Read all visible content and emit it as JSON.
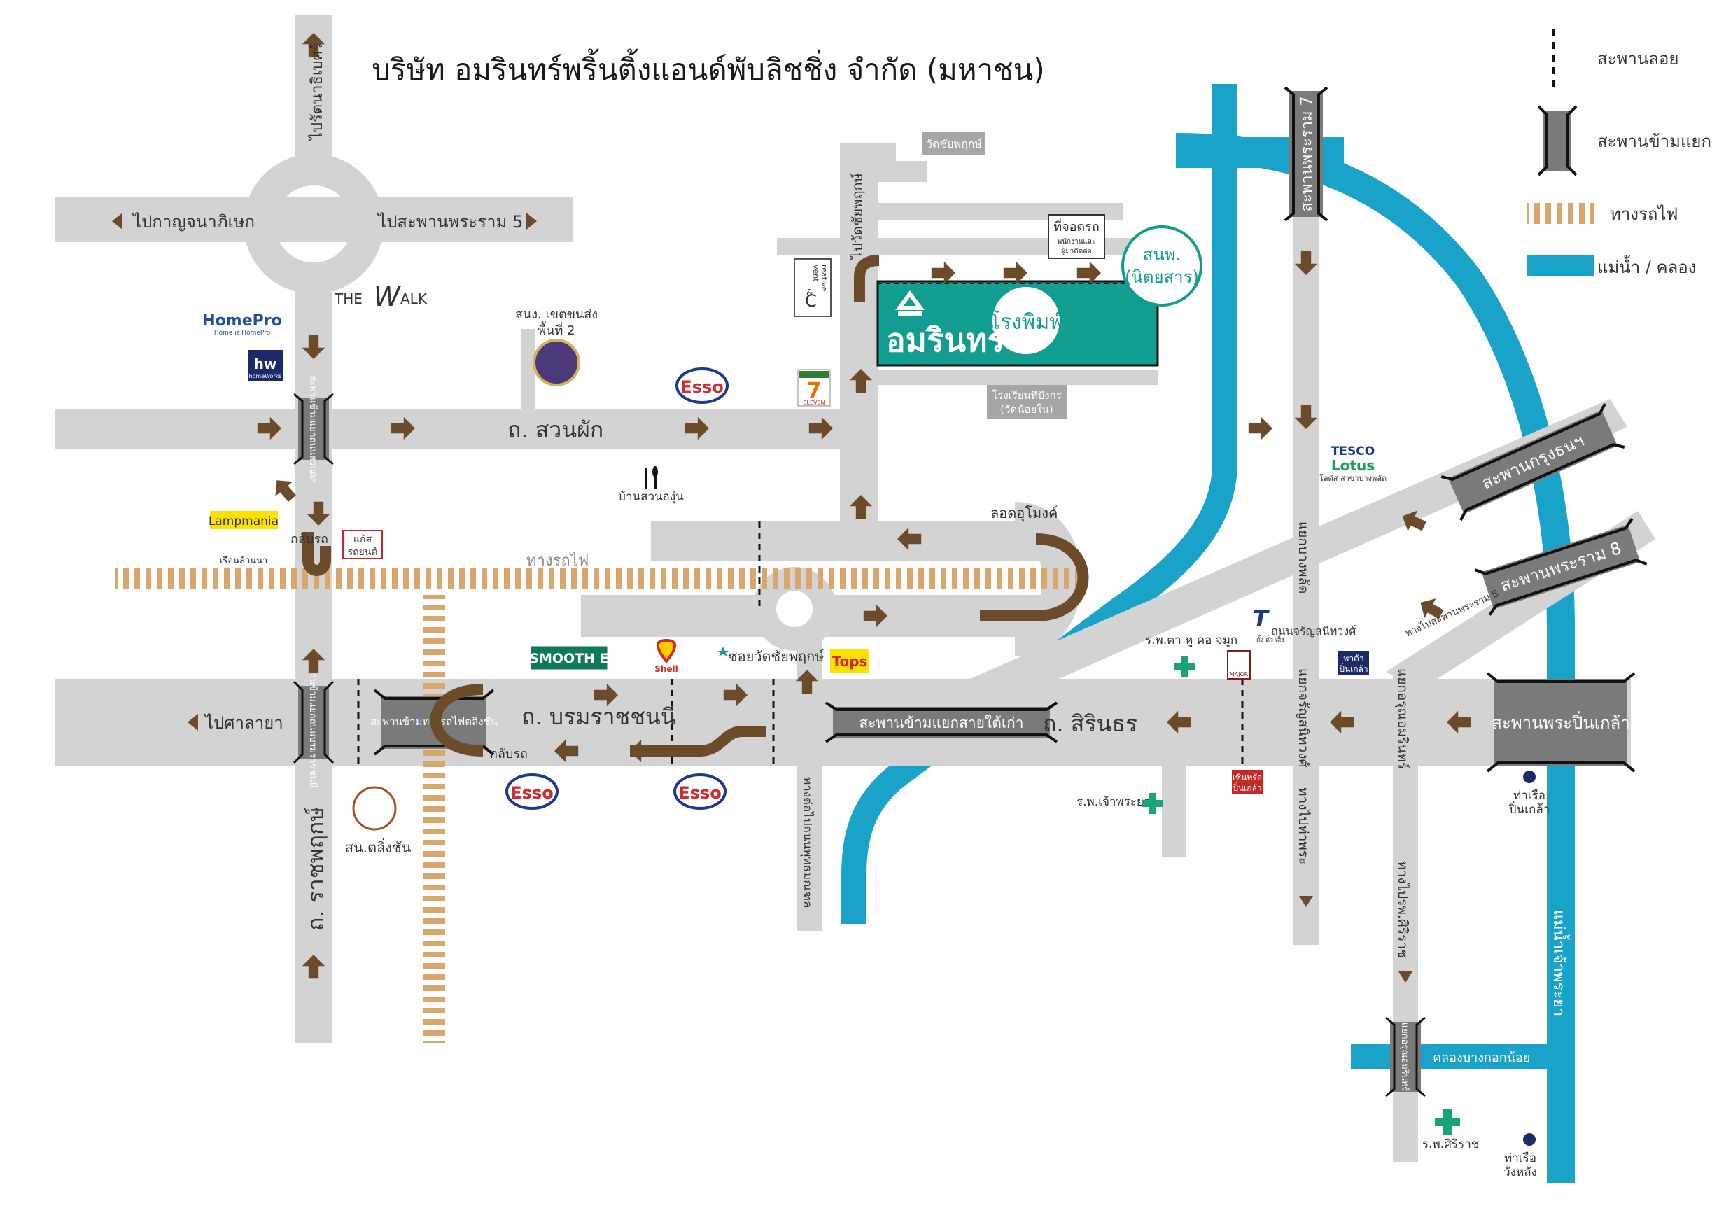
{
  "title": "บริษัท อมรินทร์พริ้นติ้งแอนด์พับลิชชิ่ง จำกัด (มหาชน)",
  "legend": {
    "floating_bridge": "สะพานลอย",
    "overpass": "สะพานข้ามแยก",
    "railway": "ทางรถไฟ",
    "river": "แม่น้ำ / คลอง"
  },
  "colors": {
    "road": "#d3d3d3",
    "river": "#1aa3c8",
    "rail": "#d9a66b",
    "arrow": "#6b4b2a",
    "bridge": "#7a7a7a",
    "teal": "#119d8f"
  },
  "roads": {
    "to_pinklao_roundabout_north": "ไปรัตนาธิเบศร์",
    "to_kanchanaphisek": "ไปกาญจนาภิเษก",
    "to_rama5_bridge": "ไปสะพานพระราม 5",
    "suan_phak": "ถ. สวนผัก",
    "borom_ratchachonnani": "ถ. บรมราชชนนี",
    "sirindhorn": "ถ. สิรินธร",
    "ratchaphruek": "ถ. ราชพฤกษ์",
    "to_salaya": "ไปศาลายา",
    "to_wat_chai": "ไปวัดชัยพฤกษ์",
    "wat_chai_box": "วัดชัยพฤกษ์",
    "soi_wat_chai": "ซอยวัดชัยพฤกษ์",
    "underpass": "ลอดอุโมงค์",
    "railway_label": "ทางรถไฟ",
    "u_turn_1": "กลับรถ",
    "u_turn_2": "กลับรถ",
    "to_phutthamonthon": "ทางต่อไปถนนพุทธมณฑล",
    "bang_phlat_junction": "แยกบางพลัด",
    "charan_junction": "แยกจรัญสนิทวงศ์",
    "charan_road": "ถนนจรัญสนิทวงศ์",
    "to_tha_phra": "ทางไปท่าพระ",
    "arun_amarin_junction": "แยกอรุณอมรินทร์",
    "to_siriraj": "ทางไปรพ.ศิริราช",
    "to_rama8": "ทางไปสะพานพระราม 8",
    "khlong_bangkok_noi": "คลองบางกอกน้อย",
    "chao_phraya_river": "แม่น้ำเจ้าพระยา"
  },
  "bridges": {
    "rama7": "สะพานพระราม 7",
    "krungthon": "สะพานกรุงธนฯ",
    "rama8": "สะพานพระราม 8",
    "pinklao": "สะพานพระปิ่นเกล้า",
    "sai_tai_kao": "สะพานข้ามแยกสายใต้เก่า",
    "taling_chan_rail": "สะพานข้ามทางรถไฟตลิ่งชัน",
    "ratchaphruek_north": "สะพานข้ามแยกถนนสวนผัก",
    "ratchaphruek_south": "สะพานข้ามแยกถนนบรมราชชนนี",
    "arun_amarin_small": "แยกอรุณอมรินทร์"
  },
  "landmarks": {
    "company_name": "อมรินทร์",
    "printing_house": "โรงพิมพ์",
    "nittayasarn_1": "สนพ.",
    "nittayasarn_2": "(นิตยสาร)",
    "parking_title": "ที่จอดรถ",
    "parking_sub1": "พนักงานและ",
    "parking_sub2": "ผู้มาติดต่อ",
    "school_1": "โรงเรียนทีปังกร",
    "school_2": "(วัดน้อยใน)",
    "district_office_1": "สนง. เขตขนส่ง",
    "district_office_2": "พื้นที่ 2",
    "restaurant": "บ้านสวนองุ่น",
    "glass_shop_1": "แก้ส",
    "glass_shop_2": "รถยนต์",
    "taling_chan_office": "สน.ตลิ่งชัน",
    "eye_ent_hospital": "ร.พ.ตา หู คอ จมูก",
    "chaophraya_hospital": "ร.พ.เจ้าพระยา",
    "siriraj_hospital": "ร.พ.ศิริราช",
    "central_pinklao_1": "เซ็นทรัล",
    "central_pinklao_2": "ปิ่นเกล้า",
    "pata_1": "พาต้า",
    "pata_2": "ปิ่นเกล้า",
    "pier_pinklao_1": "ท่าเรือ",
    "pier_pinklao_2": "ปิ่นเกล้า",
    "pier_wanglang_1": "ท่าเรือ",
    "pier_wanglang_2": "วังหลัง",
    "lotus_sub": "โลตัส สาขาบางพลัด",
    "creative_line1": "reative",
    "creative_line2": "vent",
    "creative_c": "C",
    "creative_e": "&",
    "major_sub": "MAJOR"
  },
  "brands": {
    "homepro": "HomePro",
    "homepro_sub": "Home is HomePro",
    "homeworks": "hw",
    "homeworks_sub": "homeWorks",
    "the_walk_1": "THE",
    "the_walk_2": "W",
    "the_walk_3": "ALK",
    "esso": "Esso",
    "seven_eleven": "7",
    "seven_eleven_sub": "ELEVEN",
    "lampmania": "Lampmania",
    "lampmania_sub": "เรือนล้านนา",
    "smooth_e": "SMOOTH E",
    "shell": "Shell",
    "tops": "Tops",
    "tesco": "TESCO",
    "lotus": "Lotus",
    "t_logo": "T",
    "t_sub": "ตั้ง ตั่ว เส็ง"
  }
}
